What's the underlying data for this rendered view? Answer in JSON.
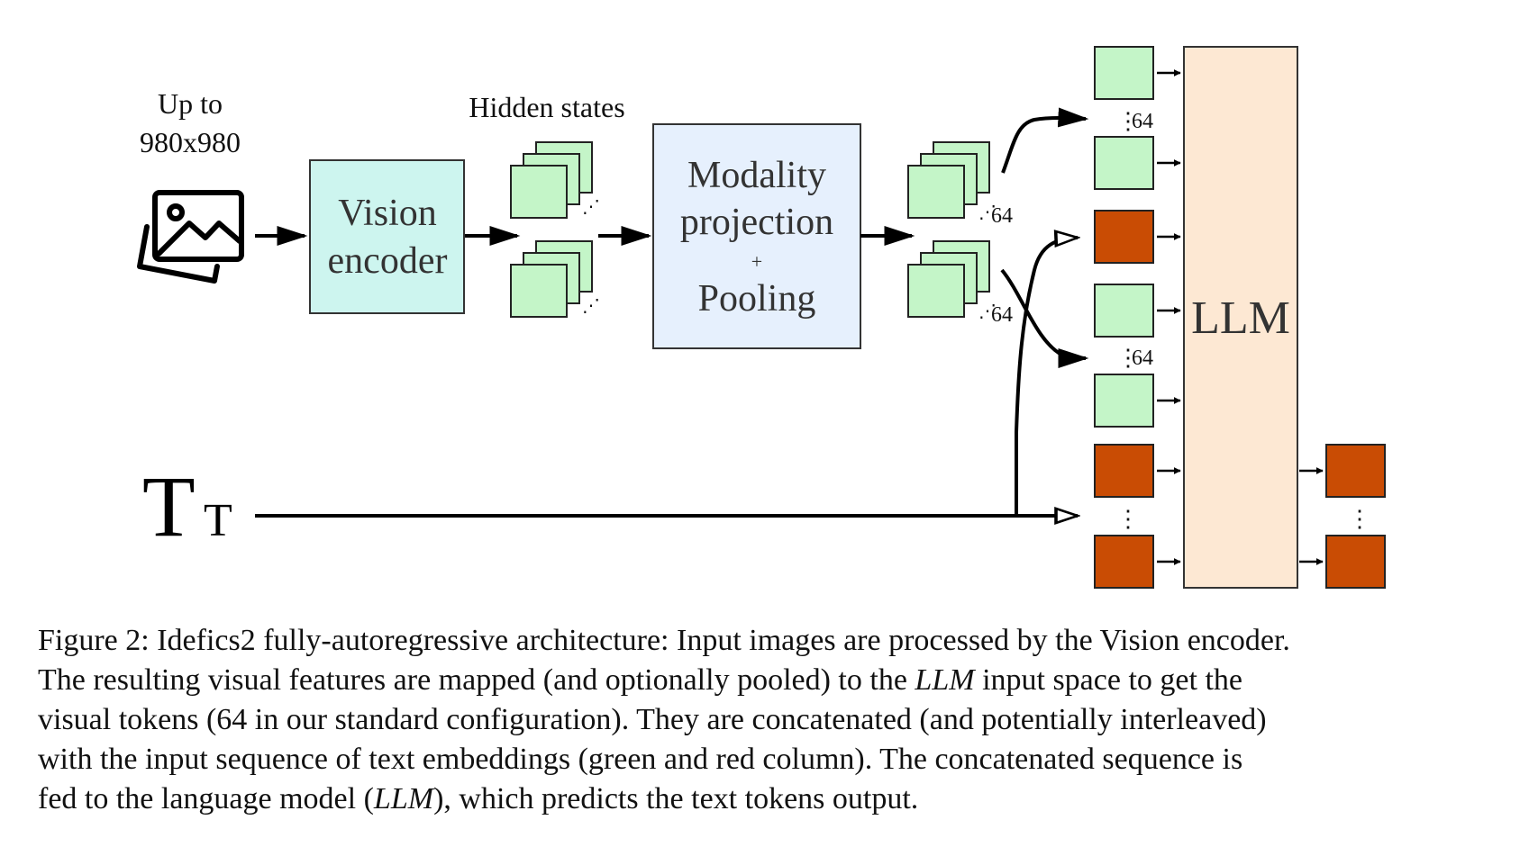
{
  "diagram": {
    "input_label_line1": "Up to",
    "input_label_line2": "980x980",
    "vision_encoder_line1": "Vision",
    "vision_encoder_line2": "encoder",
    "hidden_states_label": "Hidden states",
    "modality_line1": "Modality",
    "modality_line2": "projection",
    "modality_plus": "+",
    "modality_line3": "Pooling",
    "count_64": "64",
    "llm_label": "LLM",
    "text_symbol": "T",
    "text_symbol_small": "T",
    "colors": {
      "encoder_fill": "#cdf5ef",
      "modality_fill": "#e6f0fd",
      "token_green": "#c4f5c8",
      "token_red": "#c94c04",
      "llm_fill": "#fde8d3"
    },
    "icons": [
      "image-icon",
      "text-icon"
    ]
  },
  "caption": {
    "l1": "Figure 2: Idefics2 fully-autoregressive architecture: Input images are processed by the Vision encoder.",
    "l2a": "The resulting visual features are mapped (and optionally pooled) to the ",
    "l2b": "LLM",
    "l2c": " input space to get the",
    "l3": "visual tokens (64 in our standard configuration). They are concatenated (and potentially interleaved)",
    "l4": "with the input sequence of text embeddings (green and red column). The concatenated sequence is",
    "l5a": "fed to the language model (",
    "l5b": "LLM",
    "l5c": "), which predicts the text tokens output."
  }
}
